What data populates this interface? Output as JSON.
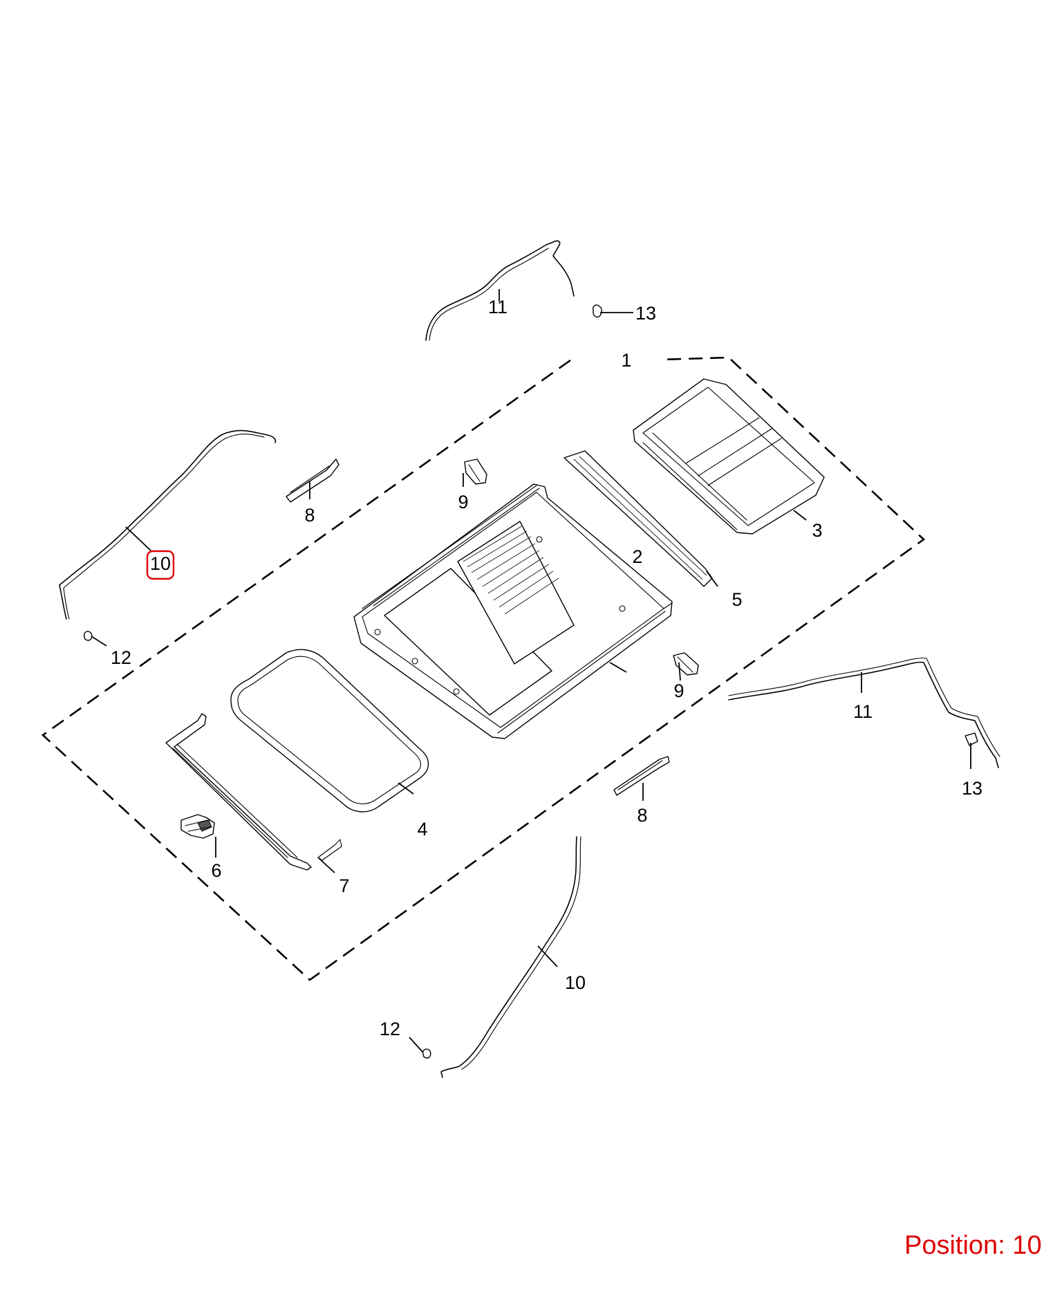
{
  "callouts": {
    "c1": "1",
    "c2": "2",
    "c3": "3",
    "c4": "4",
    "c5": "5",
    "c6": "6",
    "c7": "7",
    "c8a": "8",
    "c8b": "8",
    "c9a": "9",
    "c9b": "9",
    "c10a": "10",
    "c10b": "10",
    "c11a": "11",
    "c11b": "11",
    "c12a": "12",
    "c12b": "12",
    "c13a": "13",
    "c13b": "13"
  },
  "position_label": "Position: 10",
  "highlighted_callout": "10",
  "colors": {
    "highlight": "#e00000",
    "line": "#000000",
    "background": "#ffffff"
  }
}
